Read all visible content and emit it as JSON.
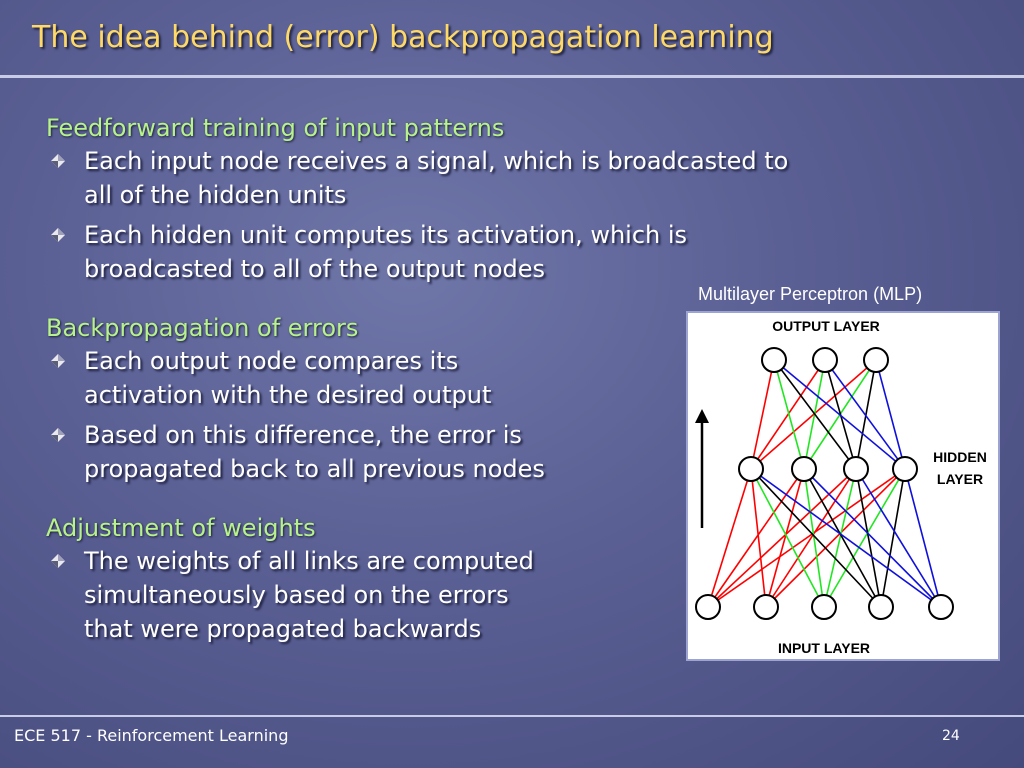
{
  "slide": {
    "title": "The idea behind (error) backpropagation learning",
    "sections": [
      {
        "heading": "Feedforward training of input patterns",
        "bullets": [
          [
            "Each input node receives a signal, which is broadcasted to",
            "all of the hidden units"
          ],
          [
            "Each hidden unit computes its activation, which is",
            "broadcasted to all of the output nodes"
          ]
        ]
      },
      {
        "heading": "Backpropagation of errors",
        "bullets": [
          [
            "Each output node compares its",
            "activation with the desired output"
          ],
          [
            "Based on this difference, the error is",
            "propagated back to all previous nodes"
          ]
        ]
      },
      {
        "heading": "Adjustment of weights",
        "bullets": [
          [
            "The weights of all links are computed",
            "simultaneously based on the errors",
            "that were propagated backwards"
          ]
        ]
      }
    ],
    "figure": {
      "caption": "Multilayer Perceptron (MLP)",
      "output_label": "OUTPUT LAYER",
      "hidden_label_1": "HIDDEN",
      "hidden_label_2": "LAYER",
      "input_label": "INPUT LAYER",
      "colors": {
        "red": "#ff0000",
        "green": "#22e622",
        "black": "#000000",
        "blue": "#1010dd"
      }
    },
    "footer": {
      "course": "ECE 517 - Reinforcement Learning",
      "page": "24"
    }
  }
}
